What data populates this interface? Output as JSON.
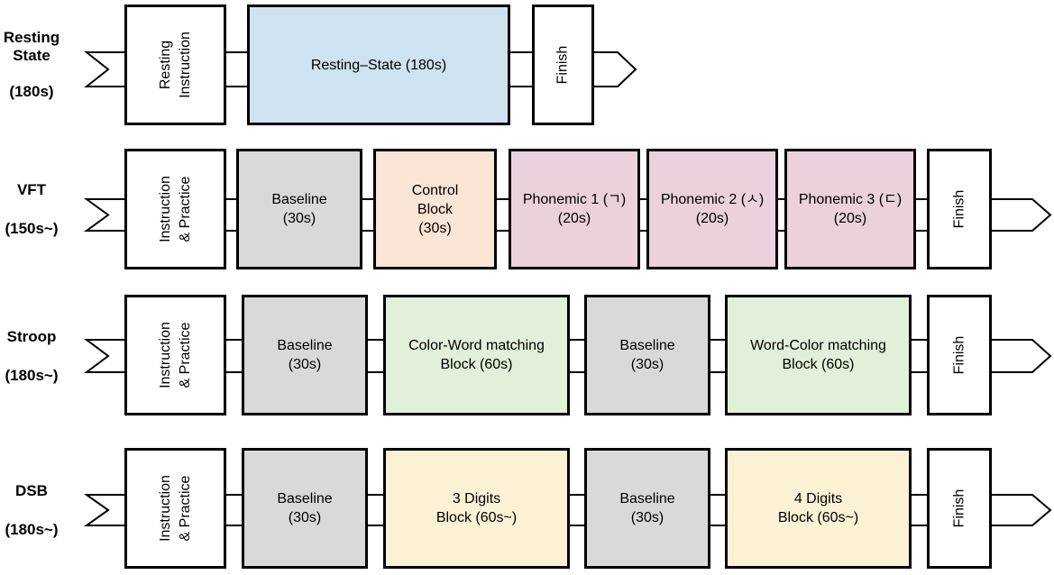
{
  "colors": {
    "resting": "#cfe2f0",
    "baseline": "#d9d9d9",
    "control": "#fbe5d6",
    "phonemic": "#ead1dc",
    "stroop_block": "#e2efd9",
    "dsb_block": "#fbf1d5",
    "white": "#ffffff"
  },
  "rows": [
    {
      "label": [
        "Resting",
        "State"
      ],
      "duration": "(180s)",
      "blocks": [
        {
          "lines": [
            "Resting",
            "Instruction"
          ],
          "rotated": true,
          "color": "white"
        },
        {
          "lines": [
            "Resting–State (180s)"
          ],
          "rotated": false,
          "color": "resting"
        },
        {
          "lines": [
            "Finish"
          ],
          "rotated": true,
          "color": "white"
        }
      ]
    },
    {
      "label": [
        "VFT"
      ],
      "duration": "(150s~)",
      "blocks": [
        {
          "lines": [
            "Instruction",
            "& Practice"
          ],
          "rotated": true,
          "color": "white"
        },
        {
          "lines": [
            "Baseline",
            "(30s)"
          ],
          "rotated": false,
          "color": "baseline"
        },
        {
          "lines": [
            "Control",
            "Block",
            "(30s)"
          ],
          "rotated": false,
          "color": "control"
        },
        {
          "lines": [
            "Phonemic 1 (ㄱ)",
            "(20s)"
          ],
          "rotated": false,
          "color": "phonemic"
        },
        {
          "lines": [
            "Phonemic 2 (ㅅ)",
            "(20s)"
          ],
          "rotated": false,
          "color": "phonemic"
        },
        {
          "lines": [
            "Phonemic 3 (ㄷ)",
            "(20s)"
          ],
          "rotated": false,
          "color": "phonemic"
        },
        {
          "lines": [
            "Finish"
          ],
          "rotated": true,
          "color": "white"
        }
      ]
    },
    {
      "label": [
        "Stroop"
      ],
      "duration": "(180s~)",
      "blocks": [
        {
          "lines": [
            "Instruction",
            "& Practice"
          ],
          "rotated": true,
          "color": "white"
        },
        {
          "lines": [
            "Baseline",
            "(30s)"
          ],
          "rotated": false,
          "color": "baseline"
        },
        {
          "lines": [
            "Color-Word matching",
            "Block (60s)"
          ],
          "rotated": false,
          "color": "stroop_block"
        },
        {
          "lines": [
            "Baseline",
            "(30s)"
          ],
          "rotated": false,
          "color": "baseline"
        },
        {
          "lines": [
            "Word-Color matching",
            "Block (60s)"
          ],
          "rotated": false,
          "color": "stroop_block"
        },
        {
          "lines": [
            "Finish"
          ],
          "rotated": true,
          "color": "white"
        }
      ]
    },
    {
      "label": [
        "DSB"
      ],
      "duration": "(180s~)",
      "blocks": [
        {
          "lines": [
            "Instruction",
            "& Practice"
          ],
          "rotated": true,
          "color": "white"
        },
        {
          "lines": [
            "Baseline",
            "(30s)"
          ],
          "rotated": false,
          "color": "baseline"
        },
        {
          "lines": [
            "3 Digits",
            "Block (60s~)"
          ],
          "rotated": false,
          "color": "dsb_block"
        },
        {
          "lines": [
            "Baseline",
            "(30s)"
          ],
          "rotated": false,
          "color": "baseline"
        },
        {
          "lines": [
            "4 Digits",
            "Block (60s~)"
          ],
          "rotated": false,
          "color": "dsb_block"
        },
        {
          "lines": [
            "Finish"
          ],
          "rotated": true,
          "color": "white"
        }
      ]
    }
  ]
}
